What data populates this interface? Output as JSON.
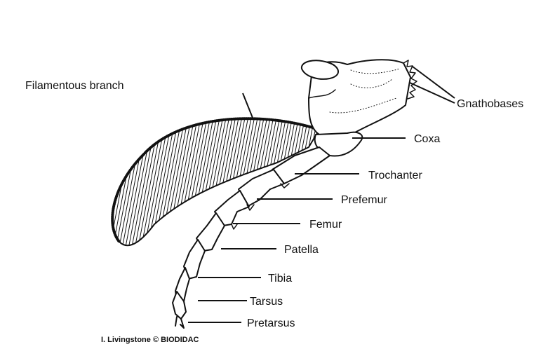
{
  "diagram": {
    "labels": {
      "filamentous_branch": "Filamentous branch",
      "gnathobases": "Gnathobases",
      "coxa": "Coxa",
      "trochanter": "Trochanter",
      "prefemur": "Prefemur",
      "femur": "Femur",
      "patella": "Patella",
      "tibia": "Tibia",
      "tarsus": "Tarsus",
      "pretarsus": "Pretarsus"
    },
    "credit": "I. Livingstone © BIODIDAC"
  },
  "colors": {
    "ink": "#111111",
    "background": "#ffffff"
  }
}
